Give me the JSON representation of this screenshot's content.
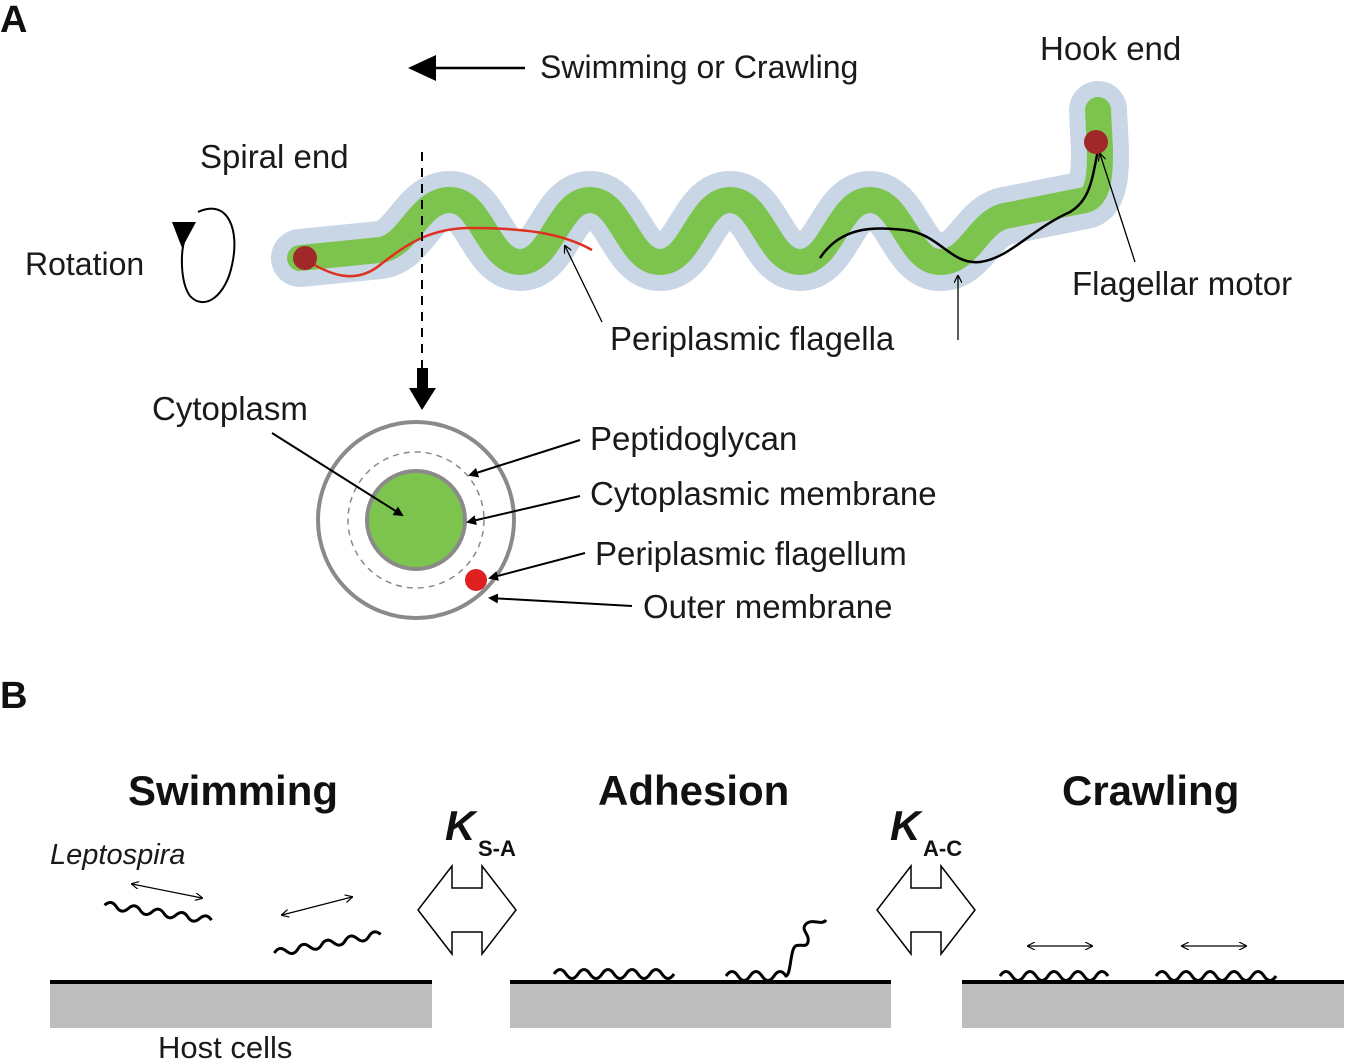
{
  "panel_a": {
    "letter": "A",
    "direction_label": "Swimming or Crawling",
    "hook_end": "Hook end",
    "spiral_end": "Spiral end",
    "rotation": "Rotation",
    "flagellar_motor": "Flagellar motor",
    "periplasmic_flagella": "Periplasmic flagella",
    "cross_section": {
      "cytoplasm": "Cytoplasm",
      "peptidoglycan": "Peptidoglycan",
      "cytoplasmic_membrane": "Cytoplasmic membrane",
      "periplasmic_flagellum": "Periplasmic flagellum",
      "outer_membrane": "Outer membrane"
    }
  },
  "panel_b": {
    "letter": "B",
    "states": {
      "swimming": "Swimming",
      "adhesion": "Adhesion",
      "crawling": "Crawling"
    },
    "k_sa": {
      "symbol": "K",
      "subscript": "S-A"
    },
    "k_ac": {
      "symbol": "K",
      "subscript": "A-C"
    },
    "leptospira": "Leptospira",
    "host_cells": "Host cells"
  },
  "colors": {
    "cell_body": "#7cc44e",
    "cell_halo": "#c8d6e6",
    "motor": "#a02828",
    "flagellum_red": "#e03020",
    "surface": "#bdbdbd",
    "membrane_gray": "#8a8a8a"
  }
}
